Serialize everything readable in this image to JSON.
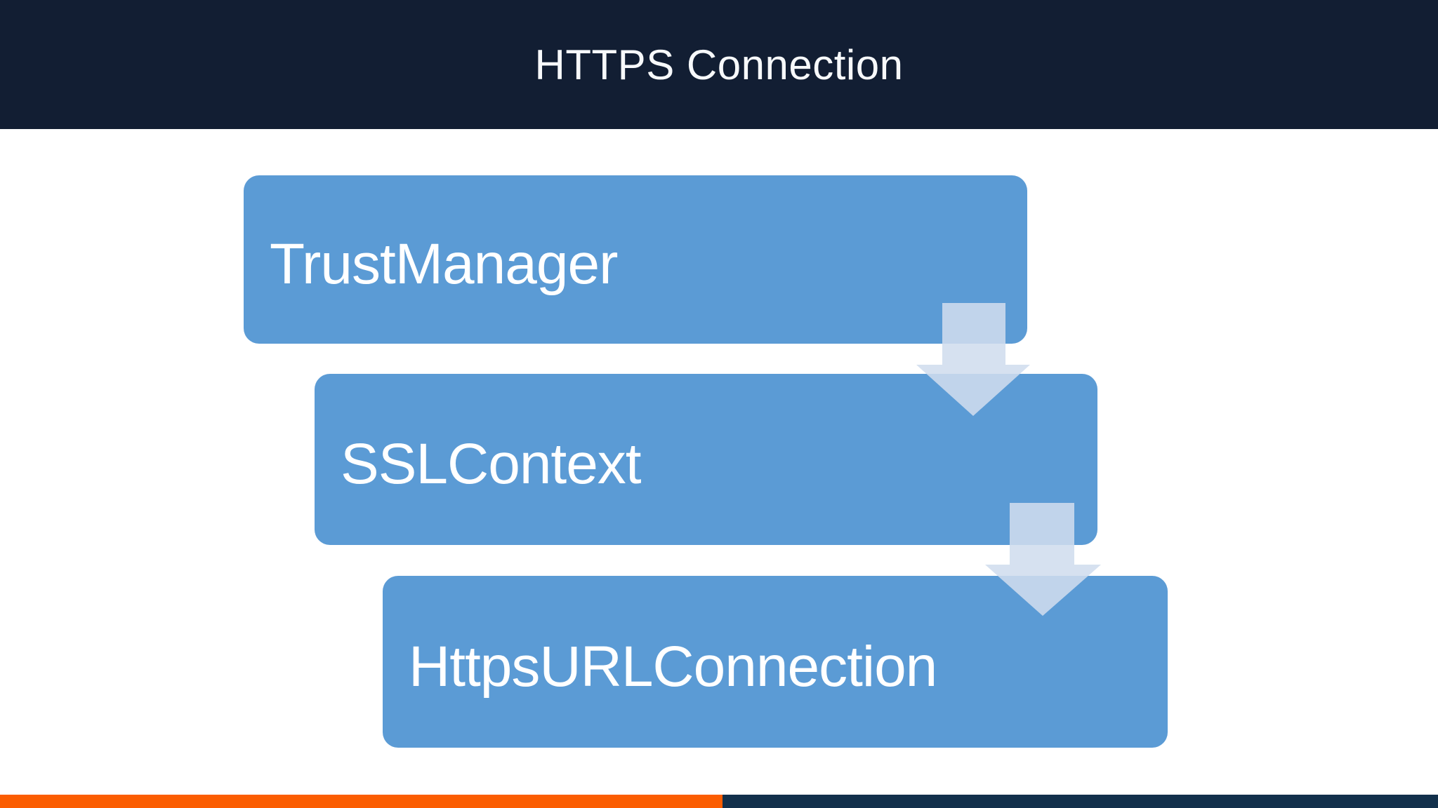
{
  "header": {
    "title": "HTTPS Connection",
    "background_color": "#121E33",
    "text_color": "#F7F9FB"
  },
  "diagram": {
    "type": "vertical-cascade-flow",
    "box_fill_color": "#5B9BD5",
    "box_text_color": "#FFFFFF",
    "arrow_fill_color": "rgba(208,221,238,0.87)",
    "nodes": [
      {
        "label": "TrustManager"
      },
      {
        "label": "SSLContext"
      },
      {
        "label": "HttpsURLConnection"
      }
    ],
    "connections": [
      {
        "from": "TrustManager",
        "to": "SSLContext",
        "direction": "down"
      },
      {
        "from": "SSLContext",
        "to": "HttpsURLConnection",
        "direction": "down"
      }
    ]
  },
  "footer": {
    "accent_color": "#FB5D01",
    "navy_color": "#12304B"
  }
}
